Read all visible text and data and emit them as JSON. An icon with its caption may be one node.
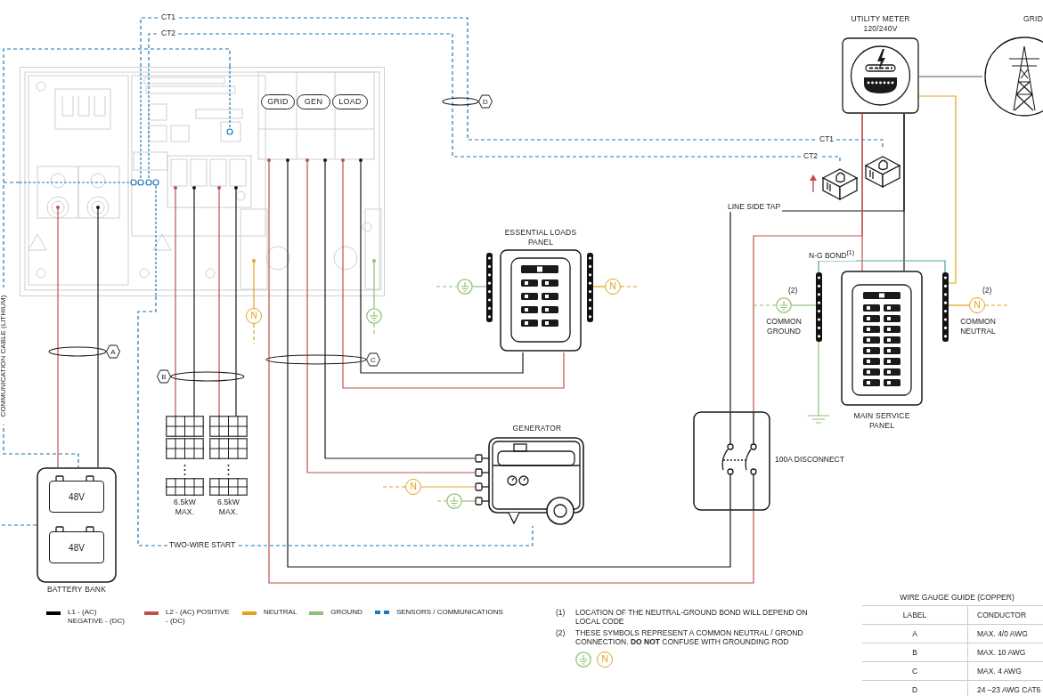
{
  "diagram": {
    "nodes": [
      {
        "text": [],
        "shape": "picture"
      },
      {
        "text": [
          "GRID"
        ],
        "in": 0
      },
      {
        "text": [
          "GEN"
        ],
        "in": 0
      },
      {
        "text": [
          "LOAD"
        ],
        "in": 0
      },
      {
        "text": [
          "UTILITY METER 120/240V"
        ]
      },
      {
        "text": [
          "GRID"
        ]
      },
      {
        "text": [],
        "shape": "picture"
      },
      {
        "text": [],
        "shape": "picture"
      },
      {
        "text": [
          "ESSENTIAL LOADS PANEL"
        ]
      },
      {
        "text": [
          "MAIN SERVICE PANEL"
        ]
      },
      {
        "text": [],
        "shape": "circle",
        "beside": [
          "(2)",
          "COMMON GROUND"
        ]
      },
      {
        "text": [
          "N"
        ],
        "beside": [
          "(2)",
          "COMMON NEUTRAL"
        ]
      },
      {
        "text": [],
        "shape": "box",
        "beside": [
          "100A DISCONNECT"
        ]
      },
      {
        "text": [
          "GENERATOR"
        ]
      },
      {
        "text": [
          "BATTERY BANK"
        ]
      },
      {
        "text": [
          "48V"
        ],
        "in": 14
      },
      {
        "text": [
          "48V"
        ],
        "in": 14
      },
      {
        "text": [
          "6.5kW MAX."
        ]
      },
      {
        "text": [
          "6.5kW MAX."
        ]
      },
      {
        "text": [
          "N"
        ]
      },
      {
        "text": [],
        "shape": "circle"
      },
      {
        "text": [],
        "shape": "circle"
      },
      {
        "text": [
          "N"
        ]
      },
      {
        "text": [
          "N"
        ]
      },
      {
        "text": [],
        "shape": "circle"
      },
      {
        "text": [],
        "shape": "bar"
      },
      {
        "text": [],
        "shape": "bar"
      },
      {
        "text": [],
        "shape": "bar"
      },
      {
        "text": [],
        "shape": "bar"
      },
      {
        "text": [],
        "shape": "ground"
      },
      {
        "text": [
          "A"
        ]
      },
      {
        "text": [
          "B"
        ]
      },
      {
        "text": [
          "C"
        ]
      },
      {
        "text": [
          "D"
        ]
      }
    ],
    "edges": [
      {
        "from": 0,
        "to": 14,
        "arrow": "none",
        "color": "#c0504d"
      },
      {
        "from": 0,
        "to": 14,
        "arrow": "none",
        "color": "#1a1a1a"
      },
      {
        "from": 0,
        "to": 17,
        "arrow": "none",
        "color": "#c0504d"
      },
      {
        "from": 0,
        "to": 17,
        "arrow": "none",
        "color": "#1a1a1a"
      },
      {
        "from": 0,
        "to": 18,
        "arrow": "none",
        "color": "#c0504d"
      },
      {
        "from": 0,
        "to": 18,
        "arrow": "none",
        "color": "#1a1a1a"
      },
      {
        "from": 0,
        "to": 19,
        "arrow": "none",
        "color": "#e0a21a"
      },
      {
        "from": 19,
        "to": null,
        "arrow": "none",
        "style": "dashed",
        "color": "#e0a21a"
      },
      {
        "from": 0,
        "to": 20,
        "arrow": "none",
        "color": "#8fbf72"
      },
      {
        "from": 20,
        "to": null,
        "arrow": "none",
        "style": "dashed",
        "color": "#8fbf72"
      },
      {
        "from": 0,
        "to": 12,
        "arrow": "none",
        "color": "#c0504d"
      },
      {
        "from": 0,
        "to": 12,
        "arrow": "none",
        "color": "#1a1a1a"
      },
      {
        "from": 0,
        "to": 13,
        "arrow": "none",
        "color": "#c0504d"
      },
      {
        "from": 0,
        "to": 13,
        "arrow": "none",
        "color": "#1a1a1a"
      },
      {
        "from": 0,
        "to": 8,
        "arrow": "none",
        "color": "#c0504d"
      },
      {
        "from": 0,
        "to": 8,
        "arrow": "none",
        "color": "#1a1a1a"
      },
      {
        "from": 12,
        "to": 4,
        "arrow": "none",
        "color": "#1a1a1a",
        "label": "LINE SIDE TAP"
      },
      {
        "from": 12,
        "to": 4,
        "arrow": "none",
        "color": "#c0504d"
      },
      {
        "from": 4,
        "to": 9,
        "arrow": "none",
        "color": "#c0504d"
      },
      {
        "from": 4,
        "to": 9,
        "arrow": "none",
        "color": "#1a1a1a"
      },
      {
        "from": 4,
        "to": 5,
        "arrow": "none",
        "color": "#555555"
      },
      {
        "from": 4,
        "to": 28,
        "arrow": "none",
        "color": "#e0a21a"
      },
      {
        "from": 27,
        "to": 28,
        "arrow": "none",
        "color": "#4aa3a3",
        "label": "N-G BOND$^{(1)}$"
      },
      {
        "from": 10,
        "to": 27,
        "arrow": "none",
        "color": "#8fbf72"
      },
      {
        "from": 10,
        "to": null,
        "arrow": "none",
        "style": "dashed",
        "color": "#8fbf72"
      },
      {
        "from": 28,
        "to": 11,
        "arrow": "none",
        "color": "#e0a21a"
      },
      {
        "from": 11,
        "to": null,
        "arrow": "none",
        "style": "dashed",
        "color": "#e0a21a"
      },
      {
        "from": 27,
        "to": 29,
        "arrow": "none",
        "color": "#8fbf72"
      },
      {
        "from": 21,
        "to": 25,
        "arrow": "none",
        "color": "#8fbf72"
      },
      {
        "from": null,
        "to": 21,
        "arrow": "none",
        "style": "dashed",
        "color": "#8fbf72"
      },
      {
        "from": 26,
        "to": 22,
        "arrow": "none",
        "color": "#e0a21a"
      },
      {
        "from": 22,
        "to": null,
        "arrow": "none",
        "style": "dashed",
        "color": "#e0a21a"
      },
      {
        "from": 23,
        "to": 13,
        "arrow": "none",
        "color": "#e0a21a"
      },
      {
        "from": null,
        "to": 23,
        "arrow": "none",
        "style": "dashed",
        "color": "#e0a21a"
      },
      {
        "from": 24,
        "to": 13,
        "arrow": "none",
        "color": "#8fbf72"
      },
      {
        "from": null,
        "to": 24,
        "arrow": "none",
        "style": "dashed",
        "color": "#8fbf72"
      },
      {
        "from": 0,
        "to": 7,
        "arrow": "none",
        "style": "dashed",
        "color": "#1f77b4",
        "label": "CT1"
      },
      {
        "from": 0,
        "to": 6,
        "arrow": "none",
        "style": "dashed",
        "color": "#1f77b4",
        "label": "CT2"
      },
      {
        "from": 0,
        "to": 14,
        "arrow": "none",
        "style": "dashed",
        "color": "#1f77b4",
        "label": "COMMUNICATION CABLE (LITHIUM)"
      },
      {
        "from": 0,
        "to": 13,
        "arrow": "none",
        "style": "dashed",
        "color": "#1f77b4",
        "label": "TWO-WIRE START"
      },
      {
        "from": 14,
        "to": null,
        "arrow": "none",
        "style": "dashed",
        "color": "#1f77b4"
      }
    ],
    "labels": [
      "CT1",
      "CT2",
      "(1)",
      "LOCATION OF THE NEUTRAL-GROUND BOND WILL DEPEND ON LOCAL CODE",
      "(2)",
      "THESE SYMBOLS REPRESENT A COMMON NEUTRAL / GROND CONNECTION. **DO NOT** CONFUSE WITH GROUNDING ROD",
      "N",
      "WIRE GAUGE GUIDE (COPPER)",
      "LABEL",
      "CONDUCTOR",
      "A",
      "MAX. 4/0 AWG",
      "B",
      "MAX. 10 AWG",
      "C",
      "MAX. 4 AWG",
      "D",
      "24 –23 AWG CAT6"
    ],
    "legend": [
      {
        "text": "L1 - (AC) NEGATIVE - (DC)",
        "color": "#000000"
      },
      {
        "text": "L2 - (AC) POSITIVE - (DC)",
        "color": "#c0504d"
      },
      {
        "text": "NEUTRAL",
        "color": "#e0a21a"
      },
      {
        "text": "GROUND",
        "color": "#8fbf72"
      },
      {
        "text": "SENSORS / COMMUNICATIONS"
      }
    ]
  }
}
